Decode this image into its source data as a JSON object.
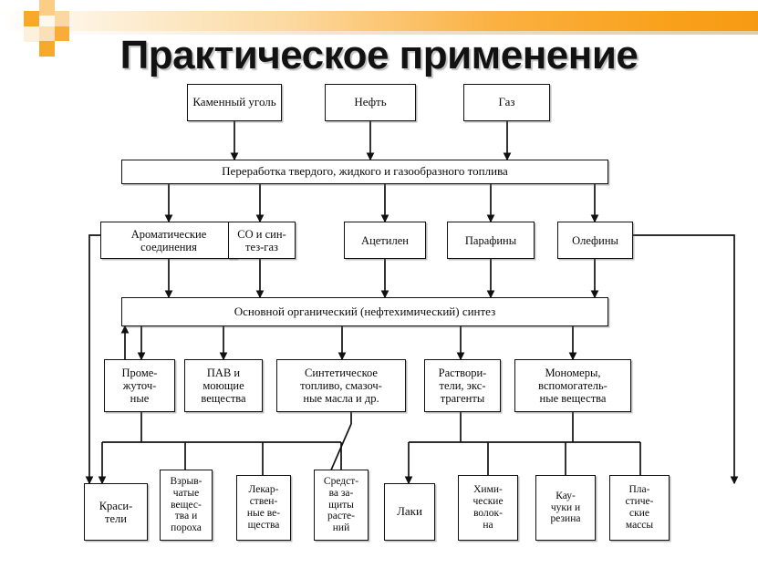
{
  "slide": {
    "title": "Практическое применение",
    "accent_color": "#f9a11b",
    "line_color": "#111111",
    "background": "#ffffff"
  },
  "decor": {
    "squares": [
      {
        "name": "deco-square-1",
        "color": "#f5a623"
      },
      {
        "name": "deco-square-2",
        "color": "#f9b64d"
      },
      {
        "name": "deco-square-3",
        "color": "#fbd9a0"
      },
      {
        "name": "deco-square-4",
        "color": "#f5a623"
      },
      {
        "name": "deco-square-5",
        "color": "#f9b64d"
      }
    ]
  },
  "chart_data": {
    "type": "diagram",
    "title": "Практическое применение",
    "levels": [
      {
        "level": 1,
        "name": "raw-materials",
        "nodes": [
          {
            "id": "coal",
            "label": "Каменный уголь"
          },
          {
            "id": "oil",
            "label": "Нефть"
          },
          {
            "id": "gas",
            "label": "Газ"
          }
        ]
      },
      {
        "level": 2,
        "name": "processing",
        "nodes": [
          {
            "id": "processing",
            "label": "Переработка твердого, жидкого и газообразного топлива"
          }
        ]
      },
      {
        "level": 3,
        "name": "intermediates",
        "nodes": [
          {
            "id": "aromatics",
            "label": "Ароматические соединения"
          },
          {
            "id": "syngas",
            "label": "СО и син-тез-газ"
          },
          {
            "id": "acetylene",
            "label": "Ацетилен"
          },
          {
            "id": "paraffins",
            "label": "Парафины"
          },
          {
            "id": "olefins",
            "label": "Олефины"
          }
        ]
      },
      {
        "level": 4,
        "name": "synthesis",
        "nodes": [
          {
            "id": "synthesis",
            "label": "Основной органический (нефтехимический) синтез"
          }
        ]
      },
      {
        "level": 5,
        "name": "products-mid",
        "nodes": [
          {
            "id": "intermediate",
            "label": "Проме-жуточ-ные"
          },
          {
            "id": "surfactants",
            "label": "ПАВ и моющие вещества"
          },
          {
            "id": "fuels",
            "label": "Синтетическое топливо, смазоч-ные масла и др."
          },
          {
            "id": "solvents",
            "label": "Раствори-тели, экс-трагенты"
          },
          {
            "id": "monomers",
            "label": "Мономеры, вспомогатель-ные вещества"
          }
        ]
      },
      {
        "level": 6,
        "name": "products-final",
        "nodes": [
          {
            "id": "dyes",
            "label": "Краси-тели"
          },
          {
            "id": "explosives",
            "label": "Взрыв-чатые вещес-тва и пороха"
          },
          {
            "id": "medicines",
            "label": "Лекар-ствен-ные ве-щества"
          },
          {
            "id": "plant-protection",
            "label": "Средст-ва за-щиты расте-ний"
          },
          {
            "id": "varnishes",
            "label": "Лаки"
          },
          {
            "id": "fibers",
            "label": "Хими-ческие волок-на"
          },
          {
            "id": "rubber",
            "label": "Кау-чуки и резина"
          },
          {
            "id": "plastics",
            "label": "Пла-стиче-ские массы"
          }
        ]
      }
    ],
    "edges": [
      {
        "from": "coal",
        "to": "processing"
      },
      {
        "from": "oil",
        "to": "processing"
      },
      {
        "from": "gas",
        "to": "processing"
      },
      {
        "from": "processing",
        "to": "aromatics"
      },
      {
        "from": "processing",
        "to": "syngas"
      },
      {
        "from": "processing",
        "to": "acetylene"
      },
      {
        "from": "processing",
        "to": "paraffins"
      },
      {
        "from": "processing",
        "to": "olefins"
      },
      {
        "from": "aromatics",
        "to": "synthesis"
      },
      {
        "from": "syngas",
        "to": "synthesis"
      },
      {
        "from": "acetylene",
        "to": "synthesis"
      },
      {
        "from": "paraffins",
        "to": "synthesis"
      },
      {
        "from": "olefins",
        "to": "synthesis"
      },
      {
        "from": "aromatics",
        "to": "dyes"
      },
      {
        "from": "olefins",
        "to": "plastics"
      },
      {
        "from": "synthesis",
        "to": "intermediate"
      },
      {
        "from": "intermediate",
        "to": "synthesis"
      },
      {
        "from": "synthesis",
        "to": "surfactants"
      },
      {
        "from": "synthesis",
        "to": "fuels"
      },
      {
        "from": "synthesis",
        "to": "solvents"
      },
      {
        "from": "synthesis",
        "to": "monomers"
      },
      {
        "from": "intermediate",
        "to": "dyes"
      },
      {
        "from": "intermediate",
        "to": "explosives"
      },
      {
        "from": "intermediate",
        "to": "medicines"
      },
      {
        "from": "intermediate",
        "to": "plant-protection"
      },
      {
        "from": "fuels",
        "to": "plant-protection"
      },
      {
        "from": "solvents",
        "to": "varnishes"
      },
      {
        "from": "solvents",
        "to": "fibers"
      },
      {
        "from": "monomers",
        "to": "rubber"
      },
      {
        "from": "monomers",
        "to": "plastics"
      }
    ]
  },
  "boxes": {
    "coal": "Каменный уголь",
    "oil": "Нефть",
    "gas": "Газ",
    "processing": "Переработка твердого, жидкого и газообразного топлива",
    "aromatics_l1": "Ароматические",
    "aromatics_l2": "соединения",
    "syngas_l1": "СО и син-",
    "syngas_l2": "тез-газ",
    "acetylene": "Ацетилен",
    "paraffins": "Парафины",
    "olefins": "Олефины",
    "synthesis": "Основной органический (нефтехимический) синтез",
    "intermediate_l1": "Проме-",
    "intermediate_l2": "жуточ-",
    "intermediate_l3": "ные",
    "surfactants_l1": "ПАВ и",
    "surfactants_l2": "моющие",
    "surfactants_l3": "вещества",
    "fuels_l1": "Синтетическое",
    "fuels_l2": "топливо, смазоч-",
    "fuels_l3": "ные масла и др.",
    "solvents_l1": "Раствори-",
    "solvents_l2": "тели, экс-",
    "solvents_l3": "трагенты",
    "monomers_l1": "Мономеры,",
    "monomers_l2": "вспомогатель-",
    "monomers_l3": "ные вещества",
    "dyes_l1": "Краси-",
    "dyes_l2": "тели",
    "explosives_l1": "Взрыв-",
    "explosives_l2": "чатые",
    "explosives_l3": "вещес-",
    "explosives_l4": "тва и",
    "explosives_l5": "пороха",
    "medicines_l1": "Лекар-",
    "medicines_l2": "ствен-",
    "medicines_l3": "ные ве-",
    "medicines_l4": "щества",
    "plantprot_l1": "Средст-",
    "plantprot_l2": "ва за-",
    "plantprot_l3": "щиты",
    "plantprot_l4": "расте-",
    "plantprot_l5": "ний",
    "varnishes": "Лаки",
    "fibers_l1": "Хими-",
    "fibers_l2": "ческие",
    "fibers_l3": "волок-",
    "fibers_l4": "на",
    "rubber_l1": "Кау-",
    "rubber_l2": "чуки и",
    "rubber_l3": "резина",
    "plastics_l1": "Пла-",
    "plastics_l2": "стиче-",
    "plastics_l3": "ские",
    "plastics_l4": "массы"
  }
}
